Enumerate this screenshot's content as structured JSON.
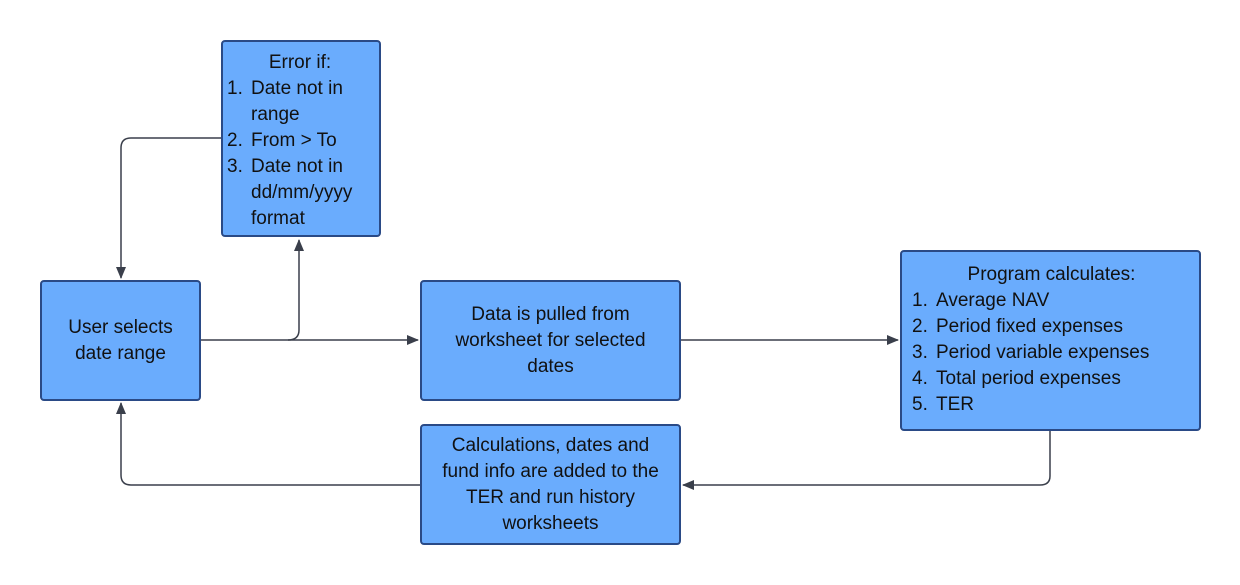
{
  "diagram": {
    "error_box": {
      "title": "Error if:",
      "items": [
        {
          "num": "1.",
          "text": "Date not in range"
        },
        {
          "num": "2.",
          "text": "From > To"
        },
        {
          "num": "3.",
          "text": "Date not in dd/mm/yyyy format"
        }
      ]
    },
    "user_box": {
      "text": "User selects date range"
    },
    "pull_box": {
      "text": "Data is pulled from worksheet for selected dates"
    },
    "calc_box": {
      "title": "Program calculates:",
      "items": [
        {
          "num": "1.",
          "text": "Average NAV"
        },
        {
          "num": "2.",
          "text": "Period fixed expenses"
        },
        {
          "num": "3.",
          "text": "Period variable expenses"
        },
        {
          "num": "4.",
          "text": "Total period expenses"
        },
        {
          "num": "5.",
          "text": "TER"
        }
      ]
    },
    "added_box": {
      "text": "Calculations, dates and fund info are added to the TER and run history worksheets"
    },
    "colors": {
      "box_fill": "#6aacfd",
      "box_border": "#2a4a86",
      "connector": "#3a3f4b"
    }
  }
}
